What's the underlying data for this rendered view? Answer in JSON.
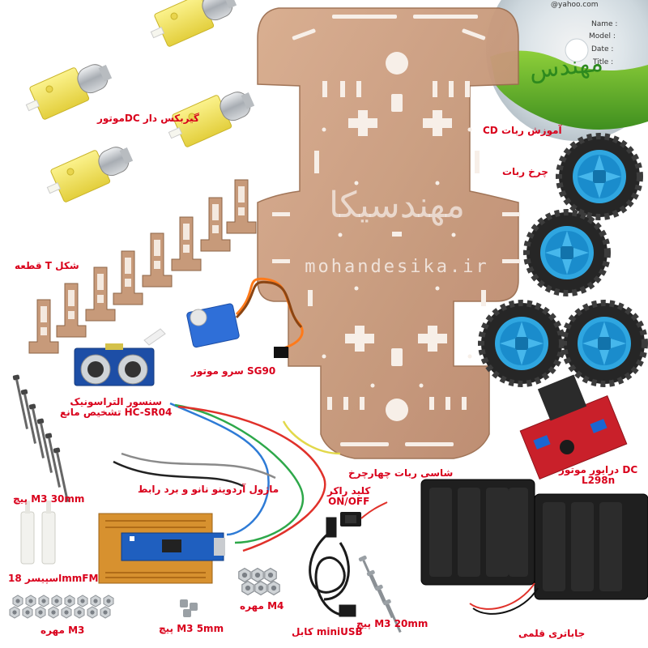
{
  "colors": {
    "label": "#d9001b",
    "chassis": "#c99a7a",
    "motor_yellow": "#f3e86a",
    "wheel_blue": "#2fa6e0",
    "tire": "#2a2a2a",
    "board_red": "#c9202a",
    "nano_blue": "#1f5fbf",
    "proto_orange": "#d7912f"
  },
  "labels": {
    "dc_motor": "موتورDC گیربکس دار",
    "cd": "CD آموزش ربات",
    "wheel": "چرخ ربات",
    "t_piece": "قطعه T شکل",
    "servo": "سرو موتور  SG90",
    "ultrasonic_line1": "سنسور التراسونیک",
    "ultrasonic_line2": "تشخیص مانع HC-SR04",
    "chassis": "شاسی ربات چهارچرخ",
    "switch_line1": "کلید راکر",
    "switch_line2": "ON/OFF",
    "driver_line1": "درایور موتور DC",
    "driver_line2": "L298n",
    "screw_30": "پیچ  M3  30mm",
    "arduino": "ماژول آردوینو نانو و برد رابط",
    "spacer": "اسپیسر 18mmFM",
    "nut_m4": "مهره  M4",
    "nut_m3": "مهره  M3",
    "screw_5": "پیچ  M3  5mm",
    "cable": "کابل miniUSB",
    "screw_20": "پیچ  M3  20mm",
    "battery": "جاباتری قلمی"
  },
  "watermark": {
    "brand_fa": "مهندسیکا",
    "url": "mohandesika.ir"
  },
  "cd_text": {
    "email": "@yahoo.com",
    "name": "Name :",
    "model": "Model :",
    "date": "Date :",
    "title": "Title :",
    "brand": "مهندس"
  }
}
